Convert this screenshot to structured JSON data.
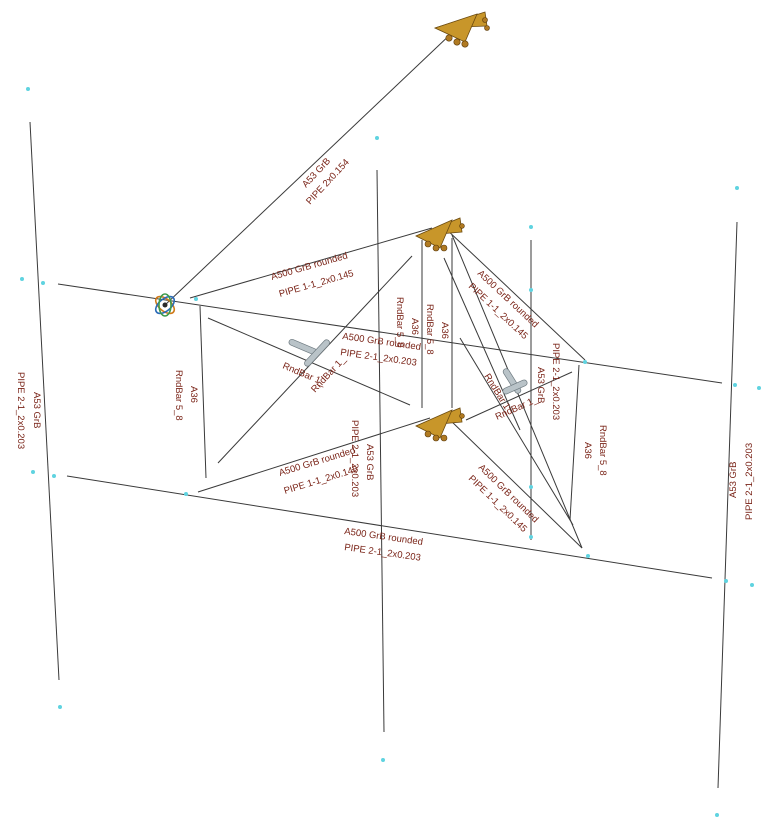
{
  "labels": {
    "top_diag_material": "A53 GrB",
    "top_diag_section": "PIPE 2x0.154",
    "upper_left_material": "A500 GrB rounded",
    "upper_left_section": "PIPE 1-1_2x0.145",
    "upper_right_material": "A500 GrB rounded",
    "upper_right_section": "PIPE 1-1_2x0.145",
    "mid_beam_material": "A500 GrB rounded",
    "mid_beam_section": "PIPE 2-1_2x0.203",
    "lower_left_material": "A500 GrB rounded",
    "lower_left_section": "PIPE 1-1_2x0.145",
    "lower_right_material": "A500 GrB rounded",
    "lower_right_section": "PIPE 1-1_2x0.145",
    "bottom_beam_material": "A500 GrB rounded",
    "bottom_beam_section": "PIPE 2-1_2x0.203",
    "left_post_material": "A53 GrB",
    "left_post_section": "PIPE 2-1_2x0.203",
    "center_post_material": "A53 GrB",
    "center_post_section": "PIPE 2-1_2x0.203",
    "right_inner_post_material": "A53 GrB",
    "right_inner_post_section": "PIPE 2-1_2x0.203",
    "right_post_material": "A53 GrB",
    "right_post_section": "PIPE 2-1_2x0.203",
    "rod_left_material": "A36",
    "rod_left_section": "RndBar 5_8",
    "rod_center_material_a": "A36",
    "rod_center_section_a": "RndBar 5_8",
    "rod_center_material_b": "A36",
    "rod_center_section_b": "RndBar 5_8",
    "rod_right_material": "A36",
    "rod_right_section": "RndBar 5_8",
    "cross_left_1": "RndBar 1_",
    "cross_left_2": "RndBar 1_",
    "cross_right_1": "RndBar 1_",
    "cross_right_2": "RndBar 1_"
  },
  "colors": {
    "member": "#3a3a3a",
    "node": "#5fd3e0",
    "label": "#7a2418",
    "support": "#c8962a"
  }
}
